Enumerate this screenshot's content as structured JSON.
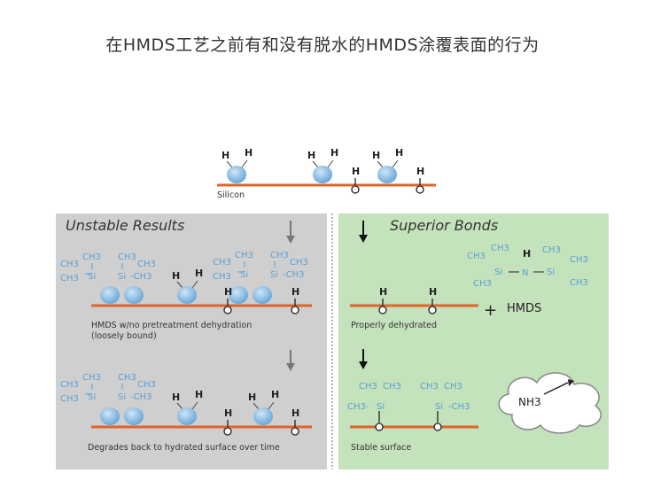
{
  "title": "在HMDS工艺之前有和没有脱水的HMDS涂覆表面的行为",
  "top": {
    "silicon_label": "Silicon",
    "h": "H"
  },
  "left_panel": {
    "heading": "Unstable Results",
    "caption1": "HMDS w/no pretreatment dehydration",
    "caption2": "(loosely bound)",
    "caption3": "Degrades back to hydrated surface over time"
  },
  "right_panel": {
    "heading": "Superior Bonds",
    "caption1": "Properly dehydrated",
    "plus": "+",
    "hmds": "HMDS",
    "caption2": "Stable surface",
    "nh3": "NH3"
  },
  "chem": {
    "ch3": "CH3",
    "si": "Si",
    "n": "N",
    "h": "H"
  },
  "colors": {
    "surface": "#e0632a",
    "atom": "#7db6e3",
    "left_bg": "#cfcfcf",
    "right_bg": "#c4e2bc",
    "chem_text": "#5a9fd4"
  }
}
